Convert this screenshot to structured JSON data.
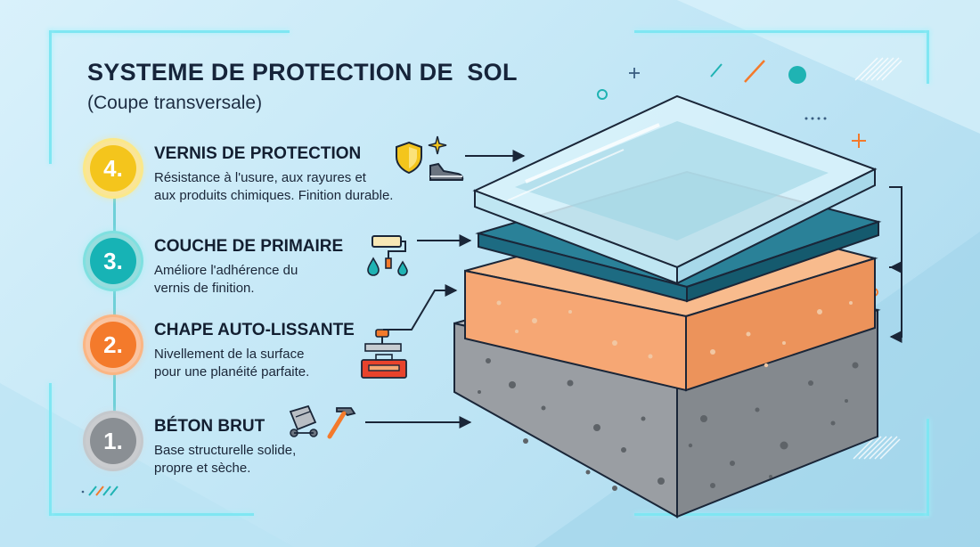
{
  "title": "SYSTEME DE PROTECTION DE  SOL",
  "subtitle": "(Coupe transversale)",
  "steps": [
    {
      "number": "4.",
      "title": "VERNIS DE PROTECTION",
      "desc_line1": "Résistance à l'usure, aux rayures et",
      "desc_line2": "aux produits chimiques. Finition durable.",
      "color": "#f4c51c"
    },
    {
      "number": "3.",
      "title": "COUCHE DE PRIMAIRE",
      "desc_line1": "Améliore l'adhérence du",
      "desc_line2": "vernis de finition.",
      "color": "#17b3b5"
    },
    {
      "number": "2.",
      "title": "CHAPE AUTO-LISSANTE",
      "desc_line1": "Nivellement de la surface",
      "desc_line2": "pour une planéité parfaite.",
      "color": "#f47a2b"
    },
    {
      "number": "1.",
      "title": "BÉTON BRUT",
      "desc_line1": "Base structurelle solide,",
      "desc_line2": "propre et sèche.",
      "color": "#8a8f94"
    }
  ],
  "icons": {
    "varnish": [
      "shield-icon",
      "sparkle-icon",
      "shoe-icon"
    ],
    "primer": [
      "paint-roller-icon",
      "droplets-icon"
    ],
    "screed": [
      "trowel-icon",
      "toolbox-icon"
    ],
    "concrete": [
      "cement-mixer-icon",
      "hammer-icon"
    ]
  },
  "colors": {
    "varnish": "#cfeef7",
    "primer": "#1d6b82",
    "screed": "#f6a774",
    "concrete": "#9a9ea3",
    "accent": "#7fe6f2"
  }
}
